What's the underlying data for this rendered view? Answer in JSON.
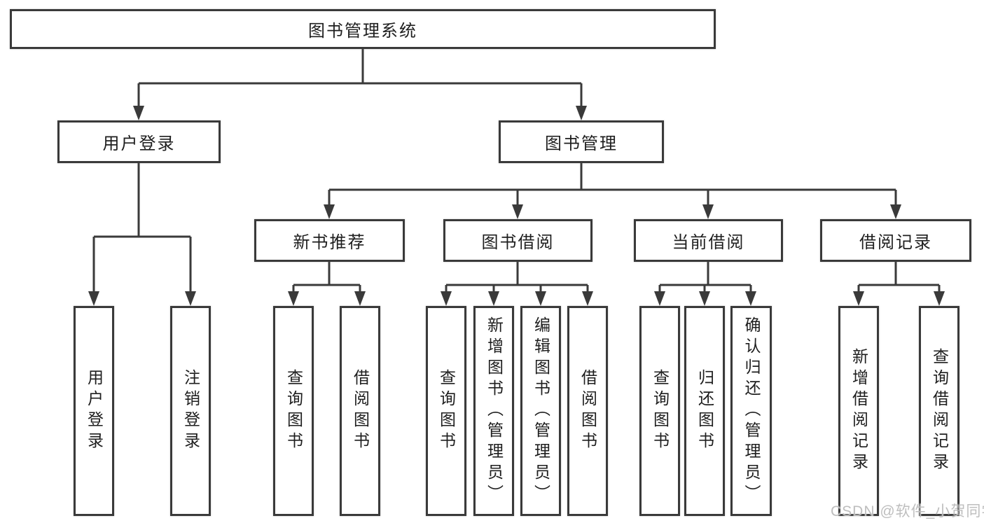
{
  "diagram": {
    "type": "hierarchy-tree",
    "colors": {
      "line": "#3a3a3a",
      "box_border": "#3a3a3a",
      "box_fill": "#ffffff",
      "text": "#1e1e1e",
      "watermark": "#bababa",
      "background": "#ffffff"
    },
    "tree": {
      "label": "图书管理系统",
      "children": [
        {
          "label": "用户登录",
          "children": [
            {
              "label": "用户登录"
            },
            {
              "label": "注销登录"
            }
          ]
        },
        {
          "label": "图书管理",
          "children": [
            {
              "label": "新书推荐",
              "children": [
                {
                  "label": "查询图书"
                },
                {
                  "label": "借阅图书"
                }
              ]
            },
            {
              "label": "图书借阅",
              "children": [
                {
                  "label": "查询图书"
                },
                {
                  "label": "新增图书（管理员）"
                },
                {
                  "label": "编辑图书（管理员）"
                },
                {
                  "label": "借阅图书"
                }
              ]
            },
            {
              "label": "当前借阅",
              "children": [
                {
                  "label": "查询图书"
                },
                {
                  "label": "归还图书"
                },
                {
                  "label": "确认归还（管理员）"
                }
              ]
            },
            {
              "label": "借阅记录",
              "children": [
                {
                  "label": "新增借阅记录"
                },
                {
                  "label": "查询借阅记录"
                }
              ]
            }
          ]
        }
      ]
    },
    "watermark": {
      "text": "CSDN @软件_小贺同学"
    }
  }
}
